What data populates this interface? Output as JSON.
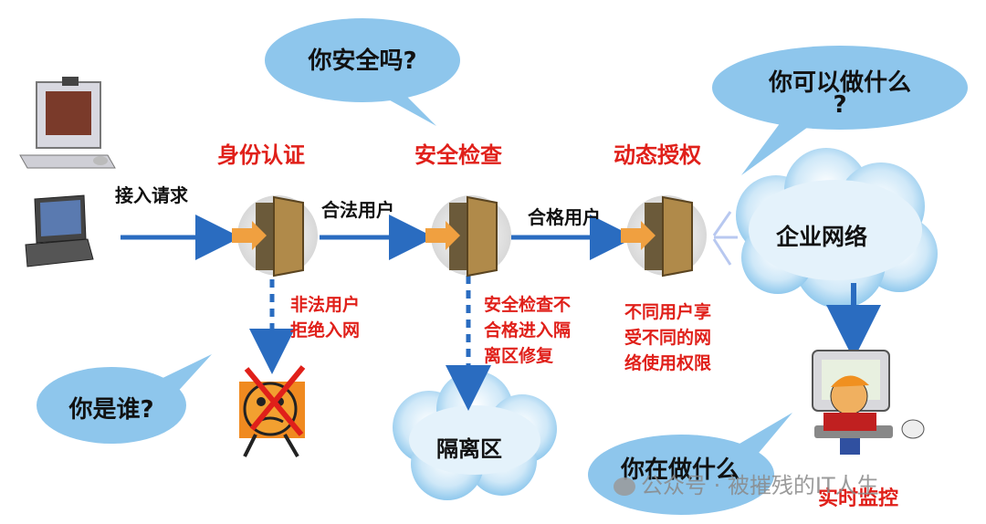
{
  "bubbles": {
    "top_question": "你安全吗?",
    "right_question_line1": "你可以做什么",
    "right_question_line2": "?",
    "left_question": "你是谁?",
    "bottom_question": "你在做什么"
  },
  "stages": [
    "身份认证",
    "安全检查",
    "动态授权"
  ],
  "flow_labels": {
    "access_request": "接入请求",
    "legal_user": "合法用户",
    "qualified_user": "合格用户"
  },
  "notes": {
    "illegal": [
      "非法用户",
      "拒绝入网"
    ],
    "failed_check": [
      "安全检查不",
      "合格进入隔",
      "离区修复"
    ],
    "different_users": [
      "不同用户享",
      "受不同的网",
      "络使用权限"
    ]
  },
  "clouds": {
    "enterprise": "企业网络",
    "isolation": "隔离区"
  },
  "monitor": "实时监控",
  "watermark": "公众号 · 被摧残的IT人生",
  "colors": {
    "arrow": "#2a6cc0",
    "bubble": "#8ec6ec",
    "red": "#e0201a",
    "door_orange": "#f0a040"
  }
}
